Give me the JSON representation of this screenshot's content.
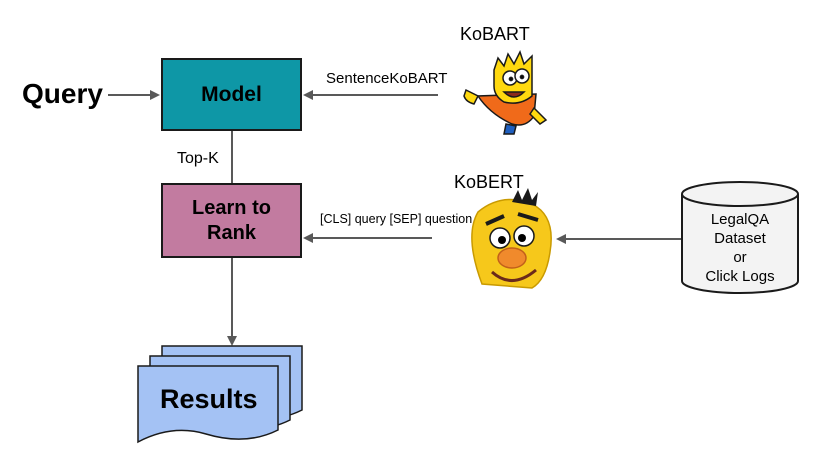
{
  "diagram": {
    "input_label": "Query",
    "model_label": "Model",
    "topk_label": "Top-K",
    "ltr_label": "Learn to Rank",
    "results_label": "Results",
    "kobart_label": "KoBART",
    "sentence_kobart_label": "SentenceKoBART",
    "kobert_label": "KoBERT",
    "cls_input_label": "[CLS] query [SEP] question",
    "dataset_lines": [
      "LegalQA",
      "Dataset",
      "or",
      "Click Logs"
    ]
  },
  "colors": {
    "model_fill": "#0e97a6",
    "ltr_fill": "#c27ba0",
    "results_fill": "#a4c2f4",
    "arrow": "#595959",
    "outline": "#1a1a1a"
  },
  "icons": {
    "kobart": "bart-simpson-icon",
    "kobert": "bert-muppet-icon"
  }
}
